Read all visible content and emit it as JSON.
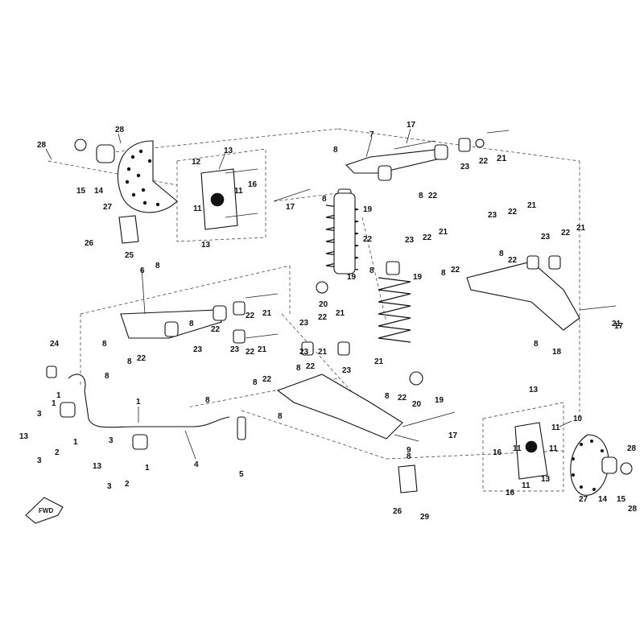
{
  "fwd_label": "FWD",
  "callouts": [
    {
      "id": "c28a",
      "label": "28"
    },
    {
      "id": "c28b",
      "label": "28"
    },
    {
      "id": "c15a",
      "label": "15"
    },
    {
      "id": "c14a",
      "label": "14"
    },
    {
      "id": "c27a",
      "label": "27"
    },
    {
      "id": "c12",
      "label": "12"
    },
    {
      "id": "c13a",
      "label": "13"
    },
    {
      "id": "c16a",
      "label": "16"
    },
    {
      "id": "c11a",
      "label": "11"
    },
    {
      "id": "c11b",
      "label": "11"
    },
    {
      "id": "c13b",
      "label": "13"
    },
    {
      "id": "c26a",
      "label": "26"
    },
    {
      "id": "c25",
      "label": "25"
    },
    {
      "id": "c17a",
      "label": "17"
    },
    {
      "id": "c7",
      "label": "7"
    },
    {
      "id": "c17b",
      "label": "17"
    },
    {
      "id": "c8a",
      "label": "8"
    },
    {
      "id": "c23a",
      "label": "23"
    },
    {
      "id": "c22a",
      "label": "22"
    },
    {
      "id": "c21a",
      "label": "21"
    },
    {
      "id": "c8b",
      "label": "8"
    },
    {
      "id": "c22b",
      "label": "22"
    },
    {
      "id": "c8c",
      "label": "8"
    },
    {
      "id": "c19a",
      "label": "19"
    },
    {
      "id": "c22c",
      "label": "22"
    },
    {
      "id": "c23b",
      "label": "23"
    },
    {
      "id": "c22d",
      "label": "22"
    },
    {
      "id": "c21b",
      "label": "21"
    },
    {
      "id": "c23c",
      "label": "23"
    },
    {
      "id": "c22e",
      "label": "22"
    },
    {
      "id": "c21c",
      "label": "21"
    },
    {
      "id": "c23d",
      "label": "23"
    },
    {
      "id": "c22f",
      "label": "22"
    },
    {
      "id": "c21d",
      "label": "21"
    },
    {
      "id": "c6",
      "label": "6"
    },
    {
      "id": "c8d",
      "label": "8"
    },
    {
      "id": "c8e",
      "label": "8"
    },
    {
      "id": "c22g",
      "label": "22"
    },
    {
      "id": "c8f",
      "label": "8"
    },
    {
      "id": "c19b",
      "label": "19"
    },
    {
      "id": "c19c",
      "label": "19"
    },
    {
      "id": "c20a",
      "label": "20"
    },
    {
      "id": "c8g",
      "label": "8"
    },
    {
      "id": "c22h",
      "label": "22"
    },
    {
      "id": "c21e",
      "label": "21"
    },
    {
      "id": "c22i",
      "label": "22"
    },
    {
      "id": "c21f",
      "label": "21"
    },
    {
      "id": "c8h",
      "label": "8"
    },
    {
      "id": "c8i",
      "label": "8"
    },
    {
      "id": "c22j",
      "label": "22"
    },
    {
      "id": "c23e",
      "label": "23"
    },
    {
      "id": "c21g",
      "label": "21"
    },
    {
      "id": "c22k",
      "label": "22"
    },
    {
      "id": "c23f",
      "label": "23"
    },
    {
      "id": "c8j",
      "label": "8"
    },
    {
      "id": "c22l",
      "label": "22"
    },
    {
      "id": "c23g",
      "label": "23"
    },
    {
      "id": "c22m",
      "label": "22"
    },
    {
      "id": "c21h",
      "label": "21"
    },
    {
      "id": "c23h",
      "label": "23"
    },
    {
      "id": "c21i",
      "label": "21"
    },
    {
      "id": "c8k",
      "label": "8"
    },
    {
      "id": "c22n",
      "label": "22"
    },
    {
      "id": "c23i",
      "label": "23"
    },
    {
      "id": "c21j",
      "label": "21"
    },
    {
      "id": "c17c",
      "label": "17"
    },
    {
      "id": "c18",
      "label": "18"
    },
    {
      "id": "c8l",
      "label": "8"
    },
    {
      "id": "c24",
      "label": "24"
    },
    {
      "id": "c8m",
      "label": "8"
    },
    {
      "id": "c8n",
      "label": "8"
    },
    {
      "id": "c22o",
      "label": "22"
    },
    {
      "id": "c8o",
      "label": "8"
    },
    {
      "id": "c22p",
      "label": "22"
    },
    {
      "id": "c20b",
      "label": "20"
    },
    {
      "id": "c19d",
      "label": "19"
    },
    {
      "id": "c8p",
      "label": "8"
    },
    {
      "id": "c17d",
      "label": "17"
    },
    {
      "id": "c9",
      "label": "9"
    },
    {
      "id": "c13c",
      "label": "13"
    },
    {
      "id": "c11c",
      "label": "11"
    },
    {
      "id": "c10",
      "label": "10"
    },
    {
      "id": "c16b",
      "label": "16"
    },
    {
      "id": "c11d",
      "label": "11"
    },
    {
      "id": "c11e",
      "label": "11"
    },
    {
      "id": "c8q",
      "label": "8"
    },
    {
      "id": "c28c",
      "label": "28"
    },
    {
      "id": "c16c",
      "label": "16"
    },
    {
      "id": "c11f",
      "label": "11"
    },
    {
      "id": "c13d",
      "label": "13"
    },
    {
      "id": "c27b",
      "label": "27"
    },
    {
      "id": "c14b",
      "label": "14"
    },
    {
      "id": "c15b",
      "label": "15"
    },
    {
      "id": "c28d",
      "label": "28"
    },
    {
      "id": "c26b",
      "label": "26"
    },
    {
      "id": "c29",
      "label": "29"
    },
    {
      "id": "c1a",
      "label": "1"
    },
    {
      "id": "c1b",
      "label": "1"
    },
    {
      "id": "c3a",
      "label": "3"
    },
    {
      "id": "c13e",
      "label": "13"
    },
    {
      "id": "c3b",
      "label": "3"
    },
    {
      "id": "c2a",
      "label": "2"
    },
    {
      "id": "c1c",
      "label": "1"
    },
    {
      "id": "c1d",
      "label": "1"
    },
    {
      "id": "c8r",
      "label": "8"
    },
    {
      "id": "c4",
      "label": "4"
    },
    {
      "id": "c5",
      "label": "5"
    },
    {
      "id": "c3c",
      "label": "3"
    },
    {
      "id": "c13f",
      "label": "13"
    },
    {
      "id": "c3d",
      "label": "3"
    },
    {
      "id": "c2b",
      "label": "2"
    },
    {
      "id": "c1e",
      "label": "1"
    }
  ]
}
